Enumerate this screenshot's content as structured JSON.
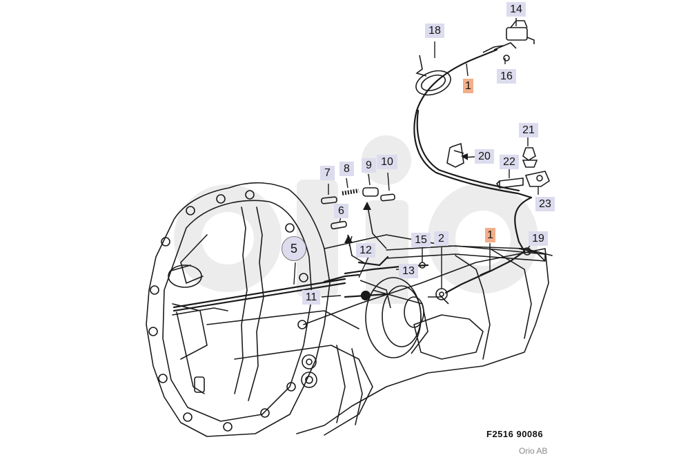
{
  "diagram": {
    "figure_code": "F2516  90086",
    "copyright": "Orio AB",
    "watermark_icon": "orio-logo-watermark",
    "highlight_color": "#f2ae8a",
    "label_bg_color": "#dcdcee",
    "callouts": [
      {
        "id": "c1a",
        "text": "1",
        "style": "hl"
      },
      {
        "id": "c1b",
        "text": "1",
        "style": "hl"
      },
      {
        "id": "c2",
        "text": "2",
        "style": "sq"
      },
      {
        "id": "c5",
        "text": "5",
        "style": "circ"
      },
      {
        "id": "c6",
        "text": "6",
        "style": "sq"
      },
      {
        "id": "c7",
        "text": "7",
        "style": "sq"
      },
      {
        "id": "c8",
        "text": "8",
        "style": "sq"
      },
      {
        "id": "c9",
        "text": "9",
        "style": "sq"
      },
      {
        "id": "c10",
        "text": "10",
        "style": "sq"
      },
      {
        "id": "c11",
        "text": "11",
        "style": "sq"
      },
      {
        "id": "c12",
        "text": "12",
        "style": "sq"
      },
      {
        "id": "c13",
        "text": "13",
        "style": "sq"
      },
      {
        "id": "c14",
        "text": "14",
        "style": "sq"
      },
      {
        "id": "c15",
        "text": "15",
        "style": "sq"
      },
      {
        "id": "c16",
        "text": "16",
        "style": "sq"
      },
      {
        "id": "c18",
        "text": "18",
        "style": "sq"
      },
      {
        "id": "c19",
        "text": "19",
        "style": "sq"
      },
      {
        "id": "c20",
        "text": "20",
        "style": "sq"
      },
      {
        "id": "c21",
        "text": "21",
        "style": "sq"
      },
      {
        "id": "c22",
        "text": "22",
        "style": "sq"
      },
      {
        "id": "c23",
        "text": "23",
        "style": "sq"
      }
    ]
  }
}
